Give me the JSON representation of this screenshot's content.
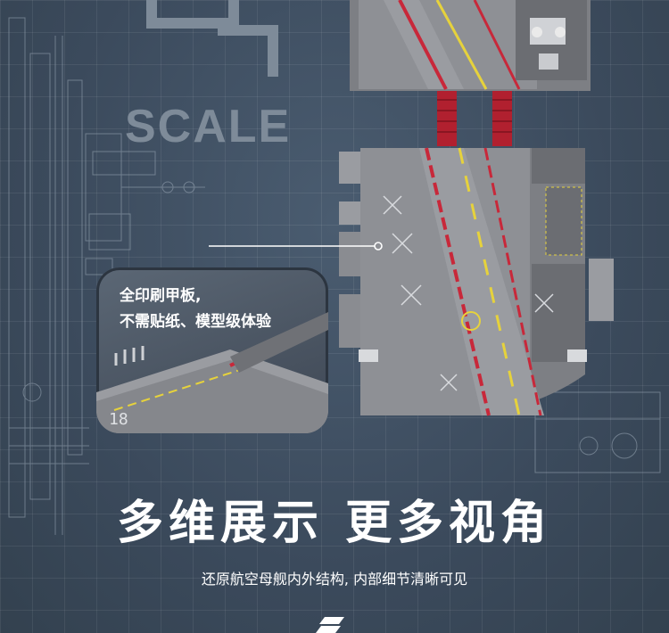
{
  "scale_label": "SCALE",
  "callout": {
    "line1": "全印刷甲板,",
    "line2": "不需贴纸、模型级体验"
  },
  "headline": "多维展示 更多视角",
  "subline": "还原航空母舰内外结构, 内部细节清晰可见",
  "colors": {
    "background": "#3e4e60",
    "deck": "#8d8f93",
    "stripe_red": "#c8283a",
    "stripe_yellow": "#e6d23c",
    "blueprint_line": "#9aa8b6"
  }
}
